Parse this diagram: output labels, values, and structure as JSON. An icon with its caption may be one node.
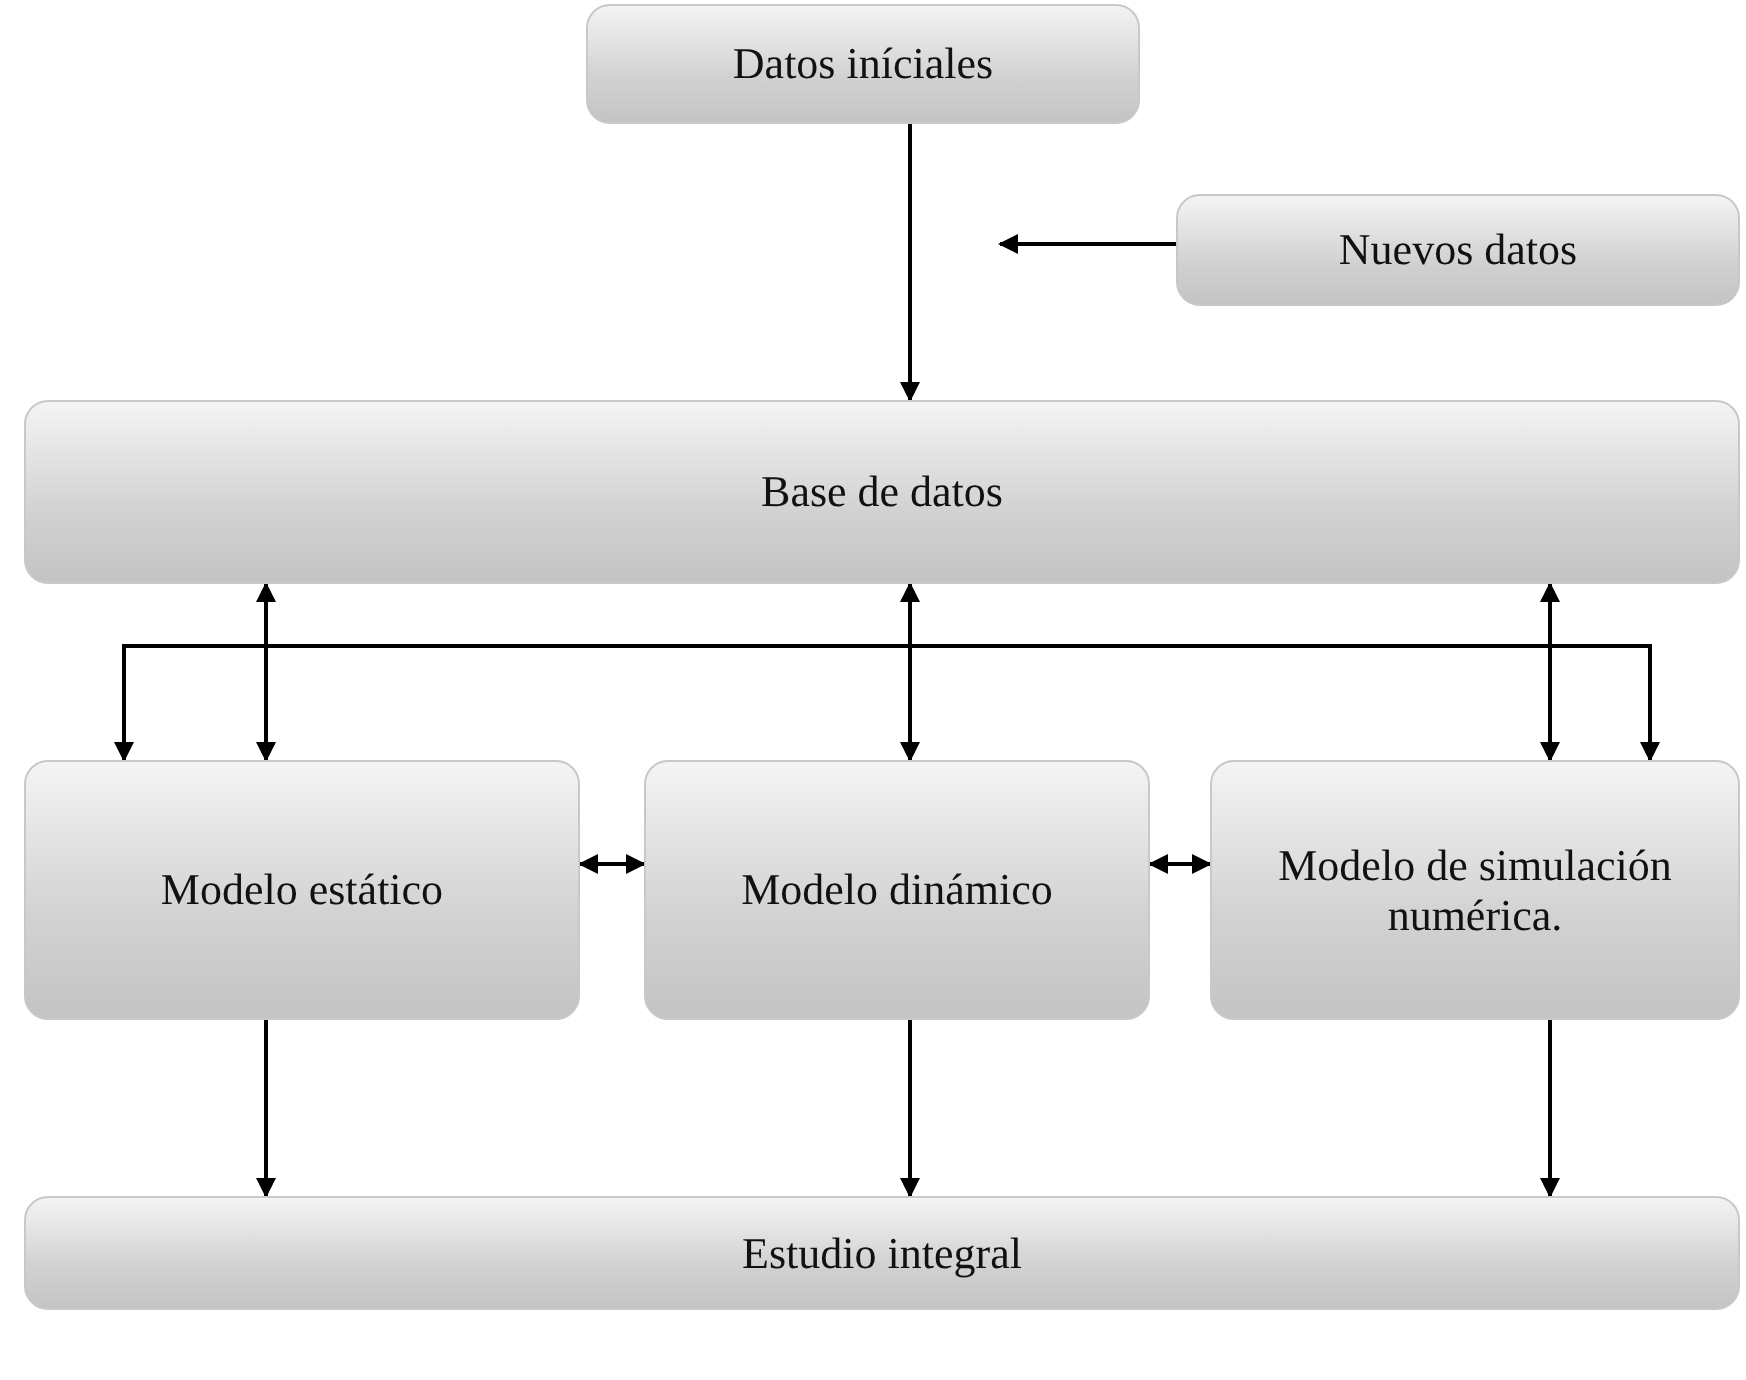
{
  "diagram": {
    "nodes": [
      {
        "text": [
          "Datos iníciales"
        ]
      },
      {
        "text": [
          "Nuevos datos"
        ]
      },
      {
        "text": [
          "Base de datos"
        ]
      },
      {
        "text": [
          "Modelo estático"
        ]
      },
      {
        "text": [
          "Modelo dinámico"
        ]
      },
      {
        "text": [
          "Modelo de simulación numérica."
        ]
      },
      {
        "text": [
          "Estudio integral"
        ]
      }
    ],
    "edges": [
      {
        "from": 0,
        "to": 2,
        "arrow": "to"
      },
      {
        "from": 1,
        "to": null,
        "arrow": "to"
      },
      {
        "from": 2,
        "to": 3,
        "arrow": "both"
      },
      {
        "from": 2,
        "to": 4,
        "arrow": "both"
      },
      {
        "from": 2,
        "to": 5,
        "arrow": "both"
      },
      {
        "from": 2,
        "to": 3,
        "arrow": "to"
      },
      {
        "from": 2,
        "to": 5,
        "arrow": "to"
      },
      {
        "from": 3,
        "to": 4,
        "arrow": "both"
      },
      {
        "from": 4,
        "to": 5,
        "arrow": "both"
      },
      {
        "from": 3,
        "to": 6,
        "arrow": "to"
      },
      {
        "from": 4,
        "to": 6,
        "arrow": "to"
      },
      {
        "from": 5,
        "to": 6,
        "arrow": "to"
      }
    ]
  }
}
